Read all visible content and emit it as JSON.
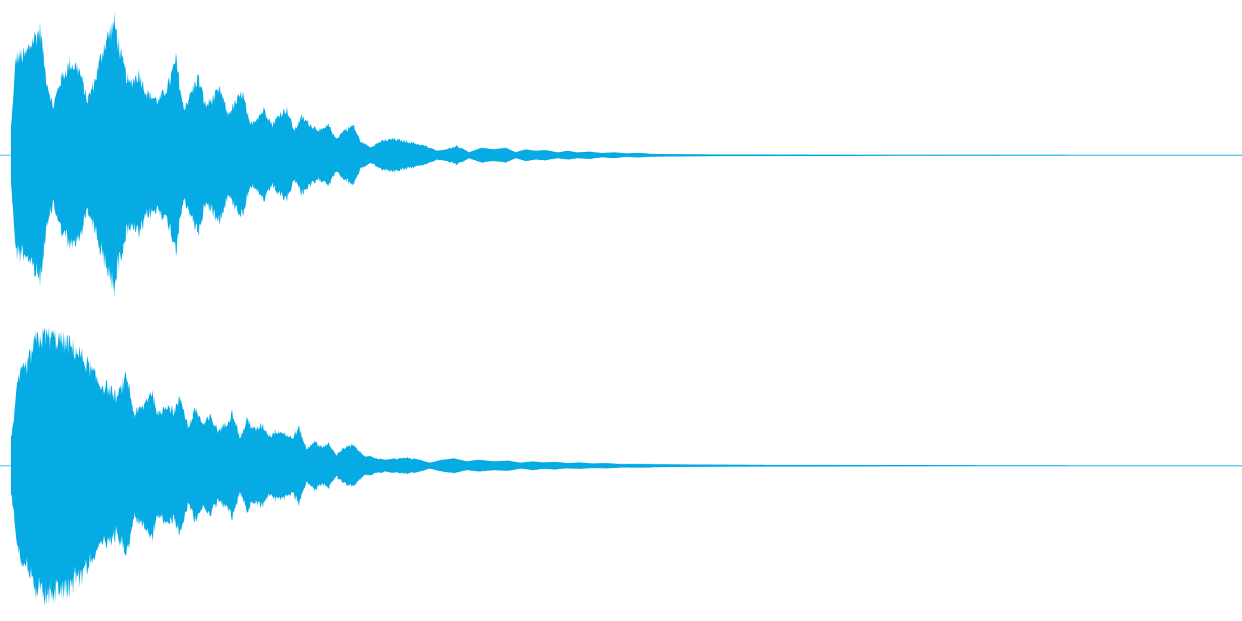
{
  "waveform": {
    "color": "#06abe3",
    "channels": [
      {
        "id": "channel-1",
        "envelope": [
          [
            0.0,
            0.2
          ],
          [
            0.004,
            0.72
          ],
          [
            0.012,
            0.74
          ],
          [
            0.018,
            0.86
          ],
          [
            0.024,
            0.92
          ],
          [
            0.028,
            0.6
          ],
          [
            0.034,
            0.35
          ],
          [
            0.04,
            0.55
          ],
          [
            0.048,
            0.68
          ],
          [
            0.055,
            0.64
          ],
          [
            0.062,
            0.4
          ],
          [
            0.068,
            0.55
          ],
          [
            0.076,
            0.82
          ],
          [
            0.084,
            0.98
          ],
          [
            0.09,
            0.7
          ],
          [
            0.096,
            0.52
          ],
          [
            0.104,
            0.6
          ],
          [
            0.11,
            0.46
          ],
          [
            0.12,
            0.4
          ],
          [
            0.128,
            0.52
          ],
          [
            0.134,
            0.7
          ],
          [
            0.14,
            0.34
          ],
          [
            0.146,
            0.45
          ],
          [
            0.152,
            0.58
          ],
          [
            0.158,
            0.36
          ],
          [
            0.164,
            0.42
          ],
          [
            0.17,
            0.48
          ],
          [
            0.176,
            0.3
          ],
          [
            0.182,
            0.38
          ],
          [
            0.188,
            0.46
          ],
          [
            0.194,
            0.22
          ],
          [
            0.2,
            0.28
          ],
          [
            0.206,
            0.34
          ],
          [
            0.212,
            0.22
          ],
          [
            0.218,
            0.3
          ],
          [
            0.224,
            0.34
          ],
          [
            0.23,
            0.18
          ],
          [
            0.236,
            0.28
          ],
          [
            0.244,
            0.22
          ],
          [
            0.252,
            0.18
          ],
          [
            0.258,
            0.22
          ],
          [
            0.264,
            0.12
          ],
          [
            0.27,
            0.18
          ],
          [
            0.278,
            0.22
          ],
          [
            0.284,
            0.1
          ],
          [
            0.292,
            0.06
          ],
          [
            0.3,
            0.1
          ],
          [
            0.31,
            0.12
          ],
          [
            0.322,
            0.1
          ],
          [
            0.336,
            0.07
          ],
          [
            0.346,
            0.03
          ],
          [
            0.354,
            0.04
          ],
          [
            0.362,
            0.07
          ],
          [
            0.372,
            0.02
          ],
          [
            0.382,
            0.05
          ],
          [
            0.392,
            0.04
          ],
          [
            0.402,
            0.05
          ],
          [
            0.41,
            0.02
          ],
          [
            0.418,
            0.04
          ],
          [
            0.426,
            0.03
          ],
          [
            0.434,
            0.035
          ],
          [
            0.444,
            0.02
          ],
          [
            0.452,
            0.03
          ],
          [
            0.46,
            0.02
          ],
          [
            0.47,
            0.025
          ],
          [
            0.48,
            0.015
          ],
          [
            0.49,
            0.02
          ],
          [
            0.5,
            0.012
          ],
          [
            0.51,
            0.016
          ],
          [
            0.52,
            0.01
          ],
          [
            0.54,
            0.008
          ],
          [
            0.58,
            0.006
          ],
          [
            0.64,
            0.005
          ],
          [
            0.72,
            0.004
          ],
          [
            0.8,
            0.004
          ],
          [
            0.86,
            0.003
          ],
          [
            0.9,
            0.002
          ],
          [
            0.94,
            0.001
          ],
          [
            1.0,
            0.0
          ]
        ]
      },
      {
        "id": "channel-2",
        "envelope": [
          [
            0.0,
            0.2
          ],
          [
            0.006,
            0.64
          ],
          [
            0.014,
            0.76
          ],
          [
            0.02,
            0.92
          ],
          [
            0.028,
            0.96
          ],
          [
            0.036,
            0.94
          ],
          [
            0.046,
            0.9
          ],
          [
            0.056,
            0.82
          ],
          [
            0.064,
            0.72
          ],
          [
            0.072,
            0.6
          ],
          [
            0.078,
            0.58
          ],
          [
            0.086,
            0.5
          ],
          [
            0.094,
            0.66
          ],
          [
            0.1,
            0.38
          ],
          [
            0.108,
            0.44
          ],
          [
            0.114,
            0.56
          ],
          [
            0.12,
            0.36
          ],
          [
            0.126,
            0.46
          ],
          [
            0.132,
            0.4
          ],
          [
            0.138,
            0.5
          ],
          [
            0.144,
            0.28
          ],
          [
            0.15,
            0.42
          ],
          [
            0.156,
            0.3
          ],
          [
            0.162,
            0.36
          ],
          [
            0.168,
            0.26
          ],
          [
            0.174,
            0.3
          ],
          [
            0.18,
            0.4
          ],
          [
            0.186,
            0.2
          ],
          [
            0.192,
            0.34
          ],
          [
            0.198,
            0.26
          ],
          [
            0.204,
            0.3
          ],
          [
            0.21,
            0.22
          ],
          [
            0.216,
            0.26
          ],
          [
            0.222,
            0.24
          ],
          [
            0.228,
            0.2
          ],
          [
            0.234,
            0.28
          ],
          [
            0.24,
            0.12
          ],
          [
            0.246,
            0.18
          ],
          [
            0.252,
            0.14
          ],
          [
            0.258,
            0.16
          ],
          [
            0.264,
            0.08
          ],
          [
            0.27,
            0.13
          ],
          [
            0.278,
            0.15
          ],
          [
            0.286,
            0.08
          ],
          [
            0.294,
            0.06
          ],
          [
            0.304,
            0.04
          ],
          [
            0.312,
            0.05
          ],
          [
            0.322,
            0.06
          ],
          [
            0.332,
            0.04
          ],
          [
            0.34,
            0.02
          ],
          [
            0.35,
            0.04
          ],
          [
            0.36,
            0.05
          ],
          [
            0.37,
            0.03
          ],
          [
            0.38,
            0.04
          ],
          [
            0.392,
            0.03
          ],
          [
            0.404,
            0.035
          ],
          [
            0.414,
            0.02
          ],
          [
            0.424,
            0.03
          ],
          [
            0.432,
            0.022
          ],
          [
            0.442,
            0.026
          ],
          [
            0.452,
            0.018
          ],
          [
            0.462,
            0.022
          ],
          [
            0.472,
            0.016
          ],
          [
            0.484,
            0.018
          ],
          [
            0.496,
            0.012
          ],
          [
            0.51,
            0.013
          ],
          [
            0.53,
            0.01
          ],
          [
            0.56,
            0.008
          ],
          [
            0.62,
            0.006
          ],
          [
            0.7,
            0.005
          ],
          [
            0.78,
            0.004
          ],
          [
            0.86,
            0.003
          ],
          [
            0.92,
            0.002
          ],
          [
            0.96,
            0.001
          ],
          [
            1.0,
            0.0
          ]
        ]
      }
    ]
  }
}
